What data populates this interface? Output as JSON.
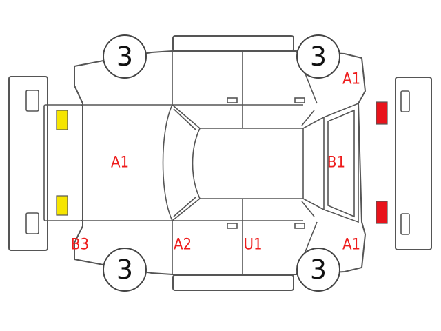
{
  "wheels": {
    "front_left": "3",
    "rear_left": "3",
    "front_right": "3",
    "rear_right": "3"
  },
  "damage_codes": {
    "front_panel": "A1",
    "rear_panel": "B1",
    "right_rear_corner": "A1",
    "front_right_corner": "B3",
    "right_front_door_area": "A2",
    "right_rear_door_area": "U1",
    "right_rear_corner_lower": "A1"
  },
  "colors": {
    "outline": "#555555",
    "code_text": "#ee1c1c",
    "front_lamp": "#f6e500",
    "rear_lamp": "#e8131b"
  }
}
